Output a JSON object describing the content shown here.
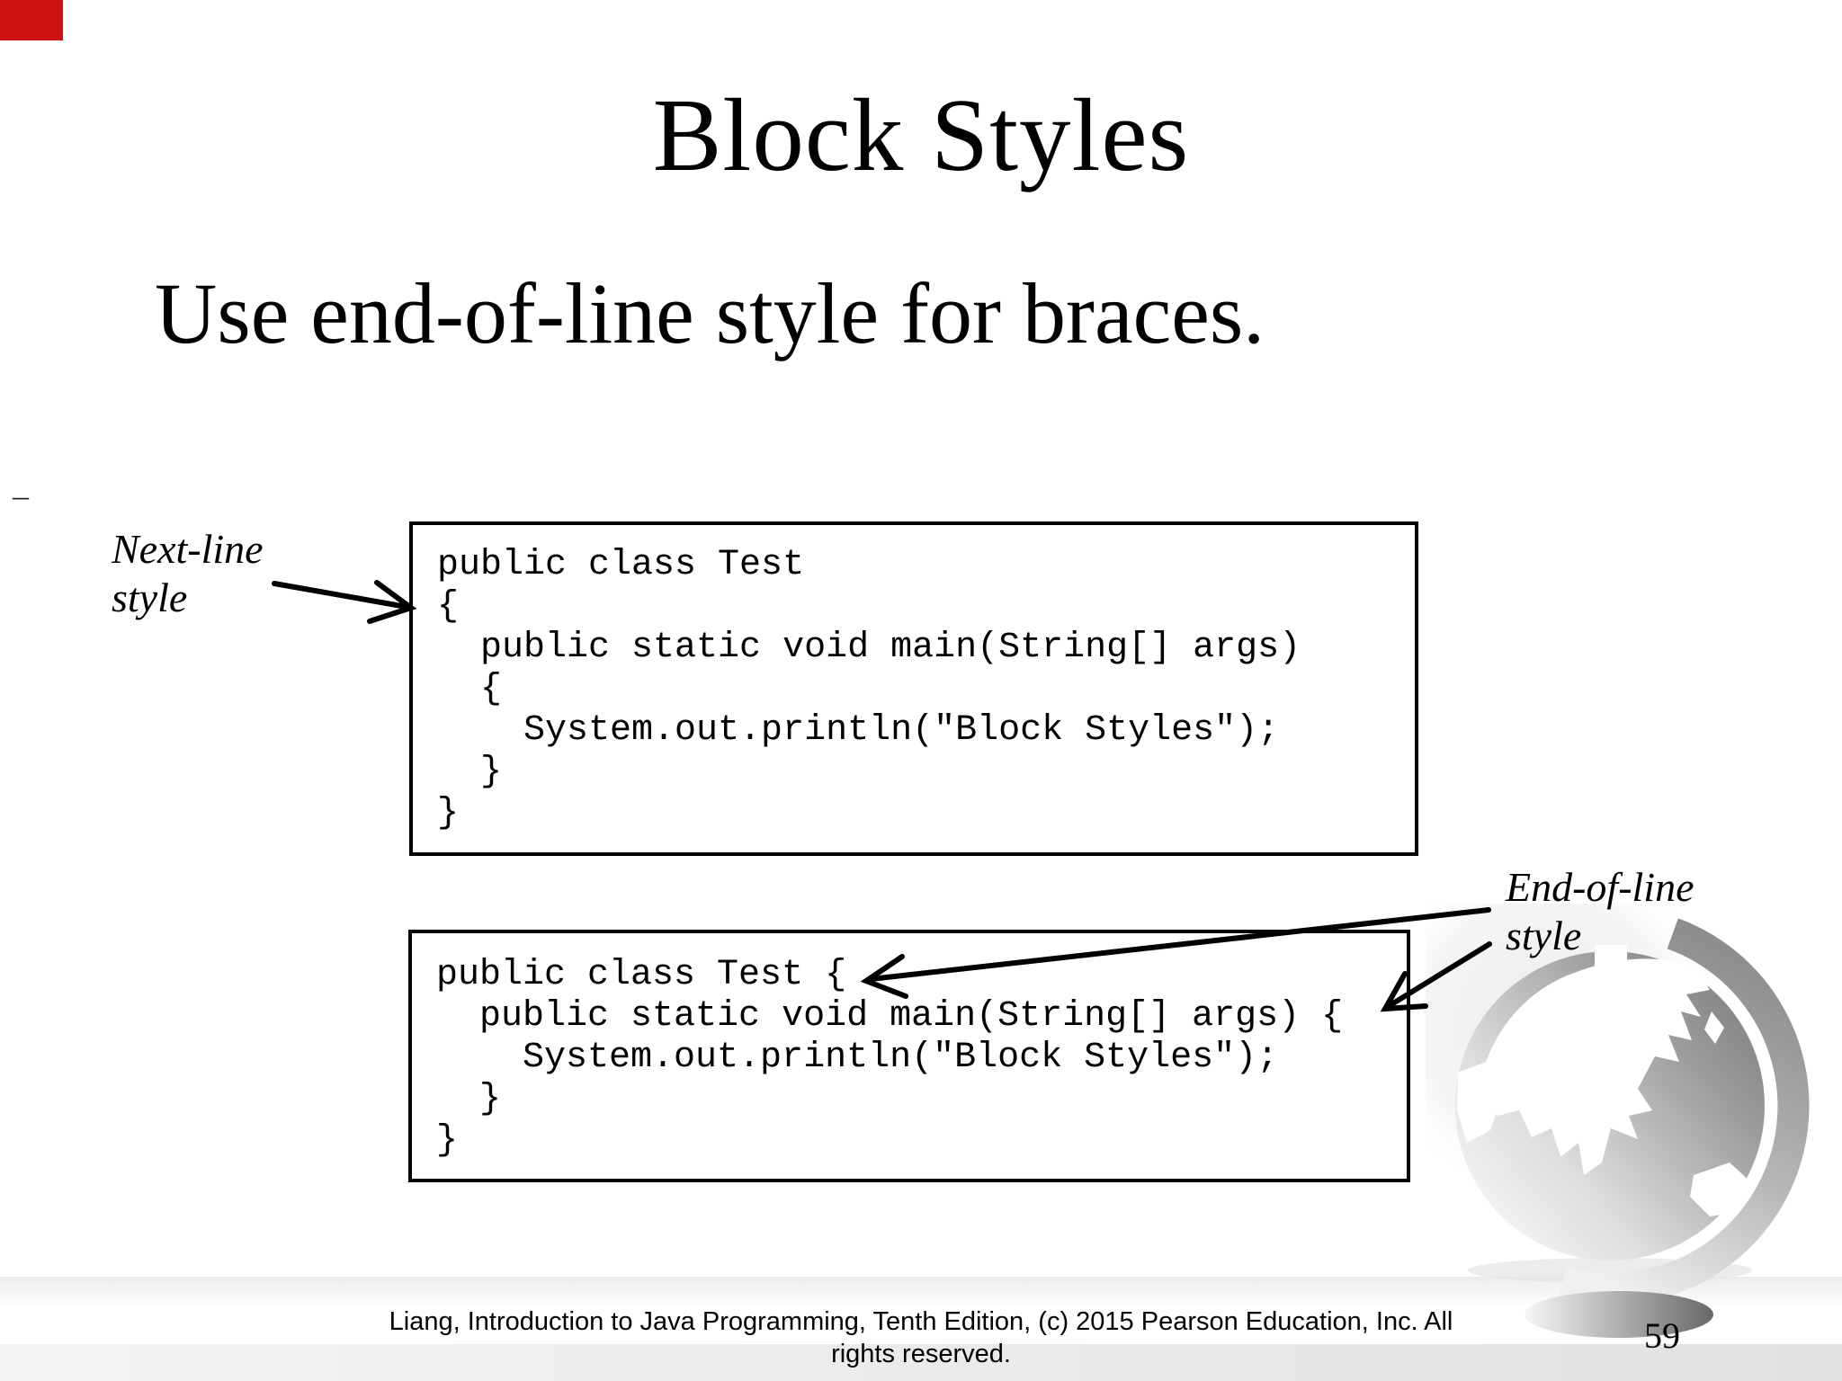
{
  "page": {
    "title": "Block Styles",
    "subtitle": "Use end-of-line style for braces.",
    "margin_dash": "–",
    "annotations": {
      "next_line_label": "Next-line\nstyle",
      "end_of_line_label": "End-of-line\nstyle"
    },
    "code_boxes": {
      "next_line_style": "public class Test\n{\n  public static void main(String[] args)\n  {\n    System.out.println(\"Block Styles\");\n  }\n}",
      "end_of_line_style": "public class Test {\n  public static void main(String[] args) {\n    System.out.println(\"Block Styles\");\n  }\n}"
    },
    "footer": "Liang, Introduction to Java Programming, Tenth Edition, (c) 2015 Pearson Education, Inc. All rights reserved.",
    "page_number": "59",
    "colors": {
      "corner_mark_red": "#cc1111",
      "text": "#000000"
    }
  }
}
